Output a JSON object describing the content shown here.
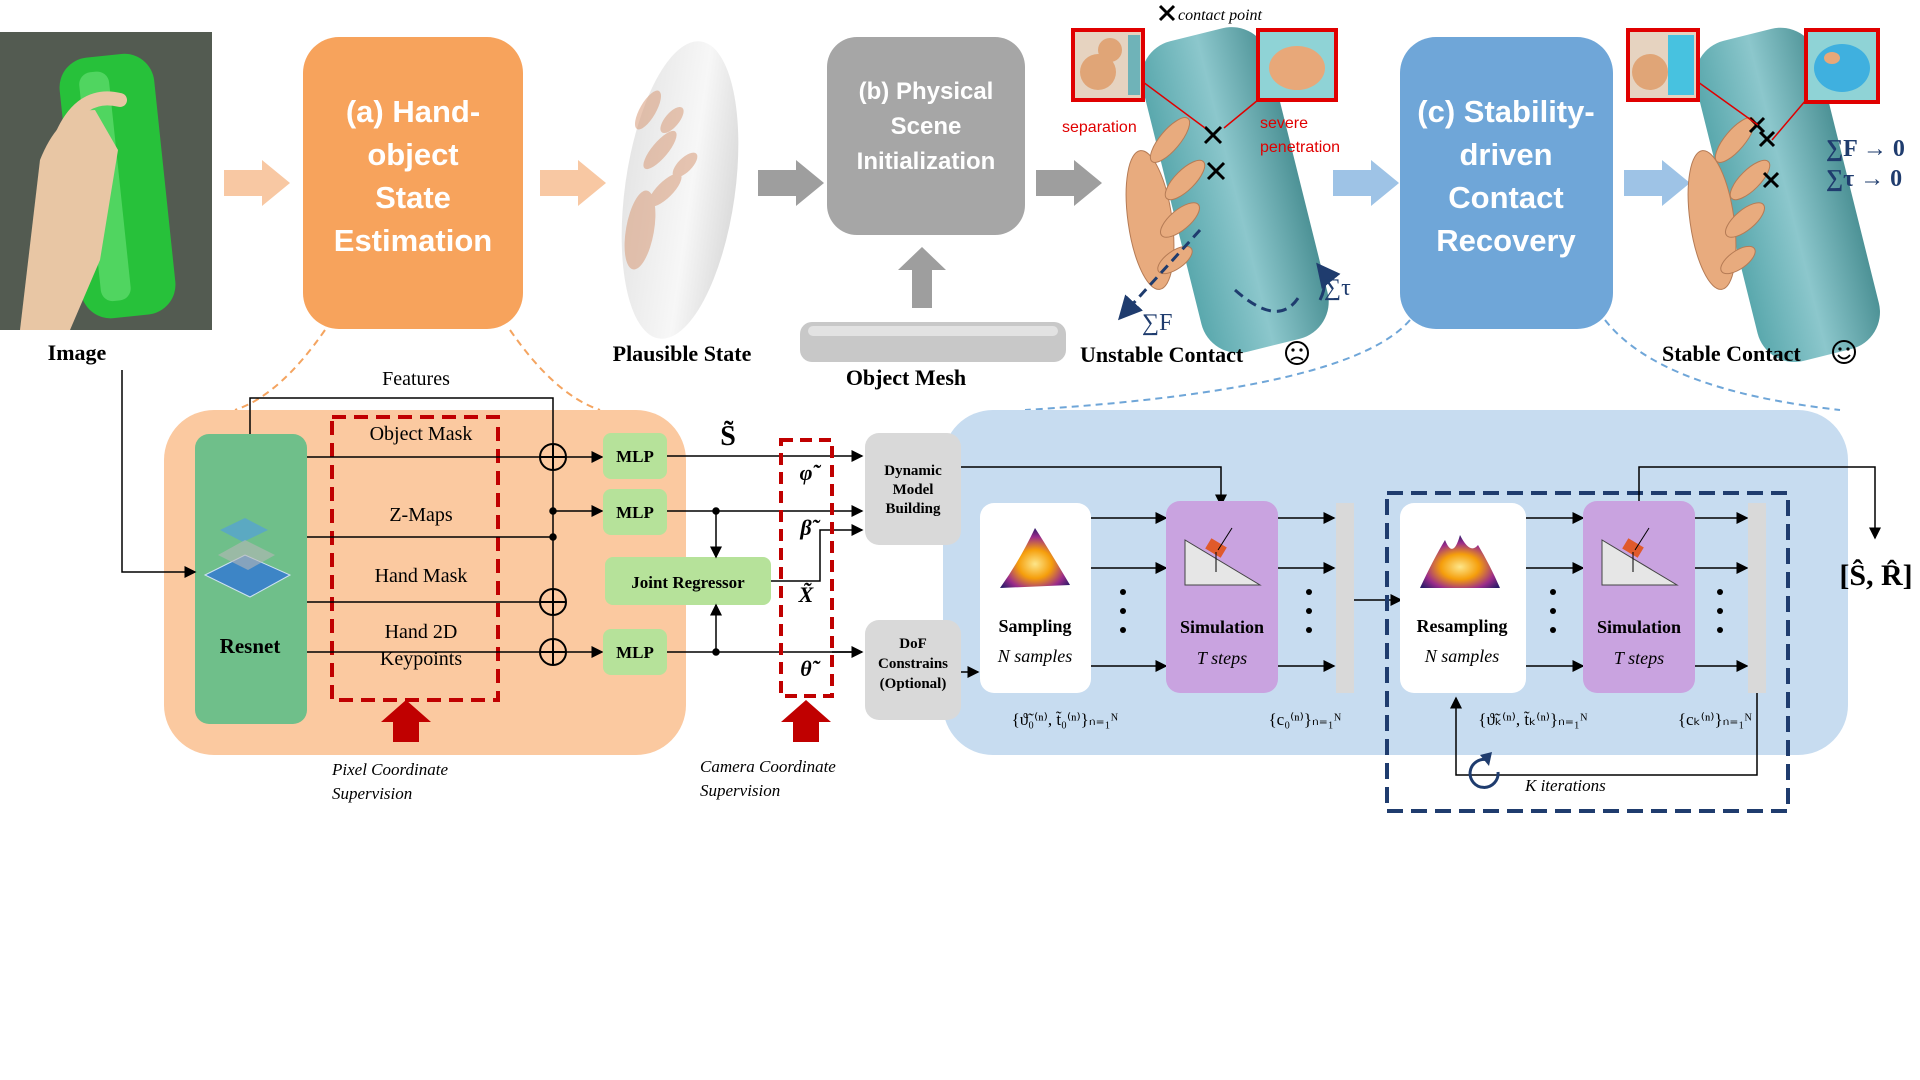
{
  "top_row": {
    "image_label": "Image",
    "stage_a": [
      "(a) Hand-",
      "object",
      "State",
      "Estimation"
    ],
    "stage_b": [
      "(b) Physical",
      "Scene",
      "Initialization"
    ],
    "stage_c": [
      "(c) Stability-",
      "driven",
      "Contact",
      "Recovery"
    ],
    "plausible_state": "Plausible State",
    "object_mesh": "Object Mesh",
    "unstable_contact": "Unstable Contact",
    "stable_contact": "Stable Contact",
    "contact_point": "contact point",
    "separation": "separation",
    "severe": "severe",
    "penetration": "penetration",
    "sum_f": "∑F",
    "sum_tau": "∑τ",
    "sum_f_zero": "∑F → 0",
    "sum_tau_zero": "∑τ → 0"
  },
  "network": {
    "features": "Features",
    "object_mask": "Object Mask",
    "z_maps": "Z-Maps",
    "hand_mask": "Hand Mask",
    "hand_2d_1": "Hand 2D",
    "hand_2d_2": "Keypoints",
    "resnet": "Resnet",
    "mlp": "MLP",
    "joint_regressor": "Joint Regressor",
    "s_tilde": "S̃",
    "phi_tilde": "φ̃",
    "beta_tilde": "β̃",
    "x_tilde": "X̃",
    "theta_tilde": "θ̃",
    "pixel_sup_1": "Pixel Coordinate",
    "pixel_sup_2": "Supervision",
    "camera_sup_1": "Camera Coordinate",
    "camera_sup_2": "Supervision"
  },
  "physics": {
    "dynamic_1": "Dynamic",
    "dynamic_2": "Model",
    "dynamic_3": "Building",
    "dof_1": "DoF",
    "dof_2": "Constrains",
    "dof_3": "(Optional)",
    "sampling": "Sampling",
    "resampling": "Resampling",
    "n_samples": "N samples",
    "simulation": "Simulation",
    "t_steps": "T steps",
    "k_iterations": "K iterations",
    "init_set": "{ϑ̃₀⁽ⁿ⁾, t̃₀⁽ⁿ⁾}ₙ₌₁ᴺ",
    "c0_set": "{c₀⁽ⁿ⁾}ₙ₌₁ᴺ",
    "k_set": "{ϑ̃ₖ⁽ⁿ⁾, t̃ₖ⁽ⁿ⁾}ₙ₌₁ᴺ",
    "ck_set": "{cₖ⁽ⁿ⁾}ₙ₌₁ᴺ",
    "output": "[Ŝ, R̂]"
  },
  "colors": {
    "orange_box": "#f7a35c",
    "orange_panel": "#fbc9a0",
    "gray_box": "#a6a6a6",
    "blue_box": "#6fa6d8",
    "blue_panel": "#c7dcf0",
    "green_resnet": "#6fbf8a",
    "green_mlp": "#b6e29a",
    "purple_sim": "#c9a3e0",
    "red": "#c00000",
    "dark_blue": "#1f3c6e",
    "arrow_light": "#f8c8a3",
    "arrow_gray": "#9e9e9e",
    "arrow_blue": "#9ec3e6"
  }
}
